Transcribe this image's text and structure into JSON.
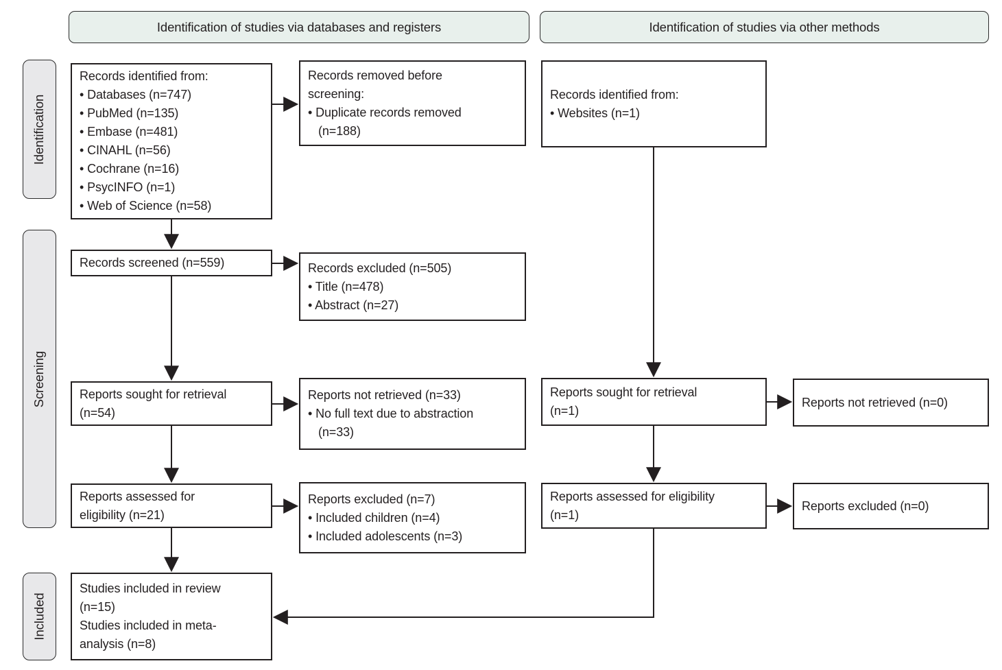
{
  "headers": {
    "databases": "Identification of studies via databases and registers",
    "other_methods": "Identification of studies via other methods"
  },
  "stages": {
    "identification": "Identification",
    "screening": "Screening",
    "included": "Included"
  },
  "boxes": {
    "records_identified_db": {
      "lines": [
        "Records identified from:",
        "• Databases (n=747)",
        "• PubMed (n=135)",
        "• Embase (n=481)",
        "• CINAHL (n=56)",
        "• Cochrane (n=16)",
        "• PsycINFO (n=1)",
        "• Web of Science (n=58)"
      ]
    },
    "records_removed": {
      "lines": [
        "Records removed before",
        "screening:",
        "• Duplicate records removed",
        "(n=188)"
      ]
    },
    "records_screened": {
      "lines": [
        "Records screened (n=559)"
      ]
    },
    "records_excluded": {
      "lines": [
        "Records excluded (n=505)",
        "• Title (n=478)",
        "• Abstract (n=27)"
      ]
    },
    "reports_sought_db": {
      "lines": [
        "Reports sought for retrieval",
        "(n=54)"
      ]
    },
    "reports_not_retrieved_db": {
      "lines": [
        "Reports not retrieved (n=33)",
        "• No full text due to abstraction",
        "(n=33)"
      ]
    },
    "reports_assessed_db": {
      "lines": [
        "Reports assessed for",
        "eligibility (n=21)"
      ]
    },
    "reports_excluded_db": {
      "lines": [
        "Reports excluded (n=7)",
        "• Included children (n=4)",
        "• Included adolescents (n=3)"
      ]
    },
    "studies_included": {
      "lines": [
        "Studies included in review",
        "(n=15)",
        "Studies included in meta-",
        "analysis (n=8)"
      ]
    },
    "records_identified_other": {
      "lines": [
        "Records identified from:",
        "• Websites (n=1)"
      ]
    },
    "reports_sought_other": {
      "lines": [
        "Reports sought for retrieval",
        "(n=1)"
      ]
    },
    "reports_not_retrieved_other": {
      "lines": [
        "Reports not retrieved (n=0)"
      ]
    },
    "reports_assessed_other": {
      "lines": [
        "Reports assessed for eligibility",
        "(n=1)"
      ]
    },
    "reports_excluded_other": {
      "lines": [
        "Reports excluded (n=0)"
      ]
    }
  },
  "colors": {
    "header_fill": "#e8f0ec",
    "stage_fill": "#e8e8ea",
    "box_border": "#231f20",
    "text": "#231f20",
    "arrow": "#231f20",
    "background": "#ffffff"
  }
}
